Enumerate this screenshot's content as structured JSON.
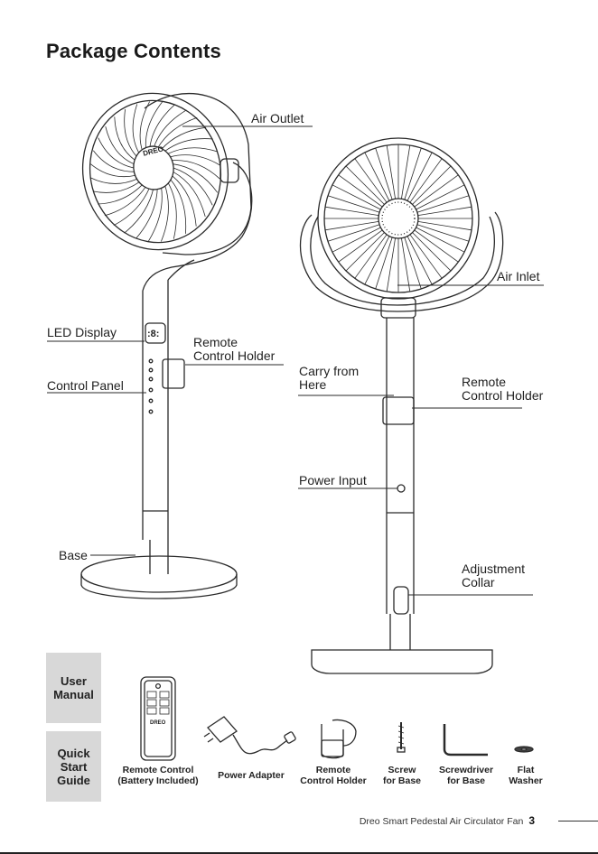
{
  "page": {
    "title": "Package Contents",
    "footer_text": "Dreo Smart Pedestal Air Circulator Fan",
    "page_number": "3"
  },
  "left_fan": {
    "logo": "DREO",
    "labels": {
      "air_outlet": "Air Outlet",
      "led_display": "LED Display",
      "remote_holder": "Remote\nControl Holder",
      "control_panel": "Control Panel",
      "base": "Base"
    }
  },
  "right_fan": {
    "labels": {
      "air_inlet": "Air Inlet",
      "carry_from_here": "Carry from\nHere",
      "remote_holder": "Remote\nControl Holder",
      "power_input": "Power Input",
      "adjustment_collar": "Adjustment\nCollar"
    }
  },
  "documents": [
    {
      "label": "User\nManual"
    },
    {
      "label": "Quick\nStart\nGuide"
    }
  ],
  "remote": {
    "logo": "DREO"
  },
  "accessories": [
    {
      "label": "Remote Control\n(Battery Included)"
    },
    {
      "label": "Power Adapter"
    },
    {
      "label": "Remote\nControl Holder"
    },
    {
      "label": "Screw\nfor Base"
    },
    {
      "label": "Screwdriver\nfor Base"
    },
    {
      "label": "Flat\nWasher"
    }
  ]
}
